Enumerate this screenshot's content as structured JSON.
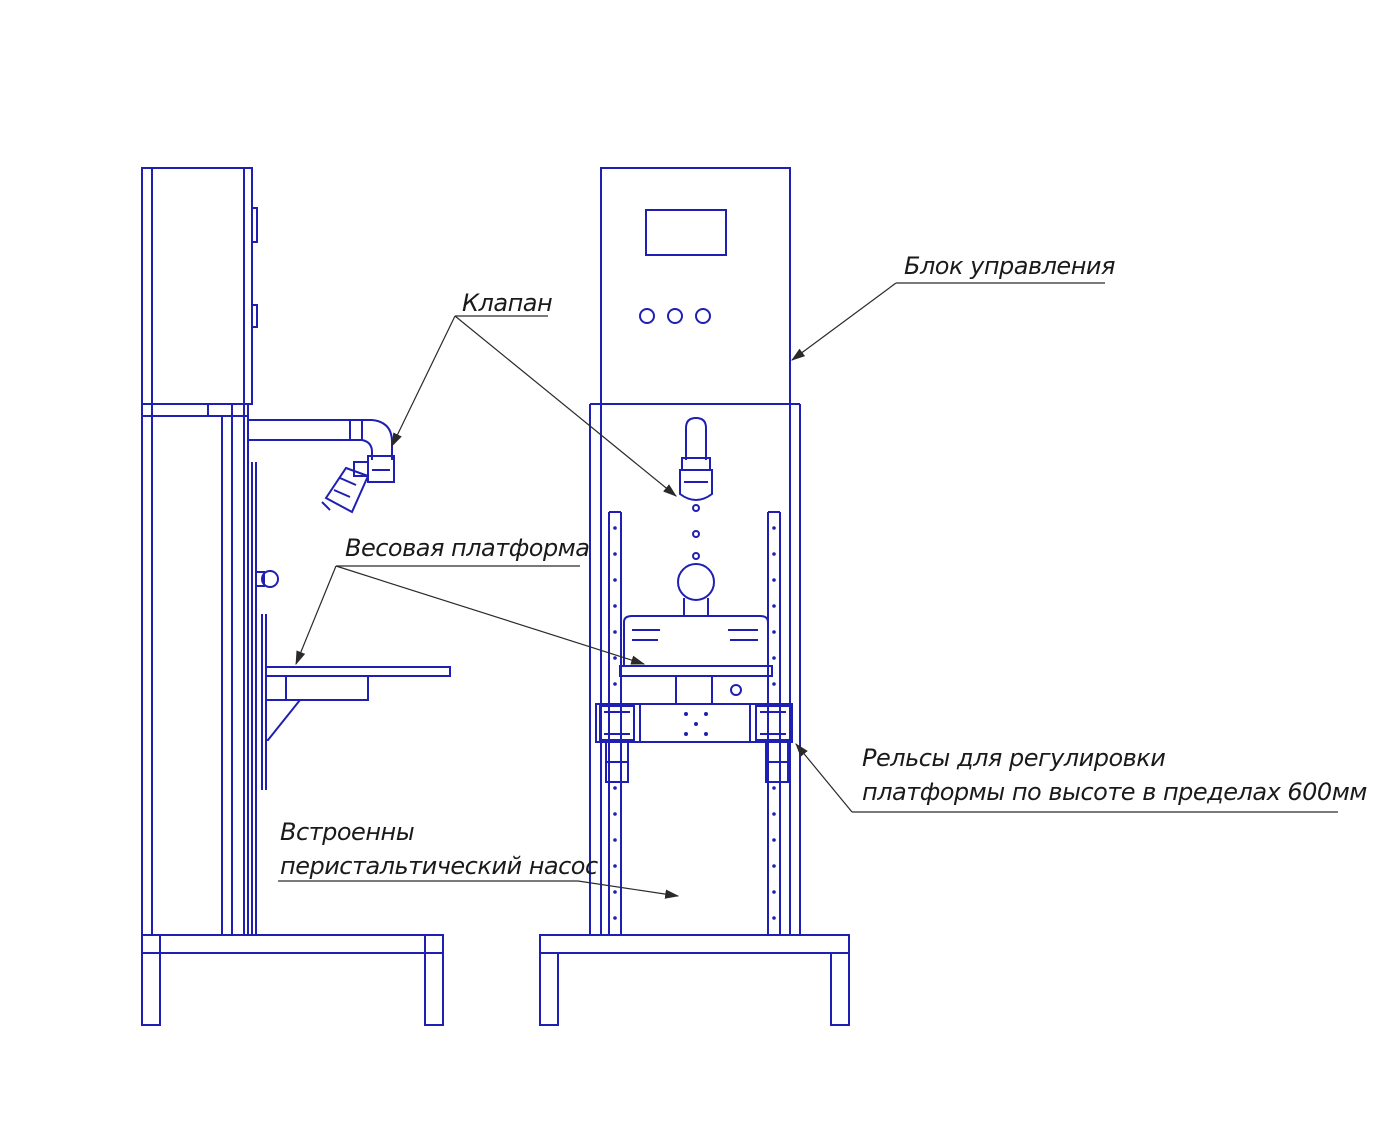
{
  "labels": {
    "valve": "Клапан",
    "control_unit": "Блок управления",
    "weighing_platform": "Весовая платформа",
    "rails_line1": "Рельсы для регулировки",
    "rails_line2": "платформы по высоте в пределах 600мм",
    "pump_line1": "Встроенны",
    "pump_line2": "перистальтический насос"
  },
  "colors": {
    "drawing_lines": "#1f1fb4",
    "leader_lines": "#2a2a2a",
    "text": "#1a1a1a",
    "background": "#ffffff"
  }
}
